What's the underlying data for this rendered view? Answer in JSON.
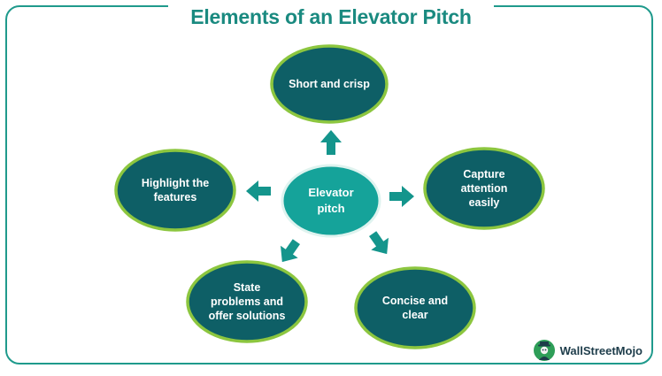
{
  "title": "Elements of an Elevator Pitch",
  "center": {
    "lines": [
      "Elevator",
      "pitch"
    ]
  },
  "nodes": [
    {
      "id": "top",
      "lines": [
        "Short and crisp"
      ]
    },
    {
      "id": "right",
      "lines": [
        "Capture",
        "attention",
        "easily"
      ]
    },
    {
      "id": "bottom-right",
      "lines": [
        "Concise and",
        "clear"
      ]
    },
    {
      "id": "bottom-left",
      "lines": [
        "State",
        "problems and",
        "offer solutions"
      ]
    },
    {
      "id": "left",
      "lines": [
        "Highlight the",
        "features"
      ]
    }
  ],
  "brand": {
    "name": "WallStreetMojo"
  },
  "colors": {
    "border": "#1f9a8c",
    "title": "#1a8a80",
    "node_fill": "#0e5f66",
    "node_ring": "#8cc63f",
    "center_fill": "#15a39a",
    "center_ring": "#dff3ef",
    "arrow": "#14958c"
  }
}
